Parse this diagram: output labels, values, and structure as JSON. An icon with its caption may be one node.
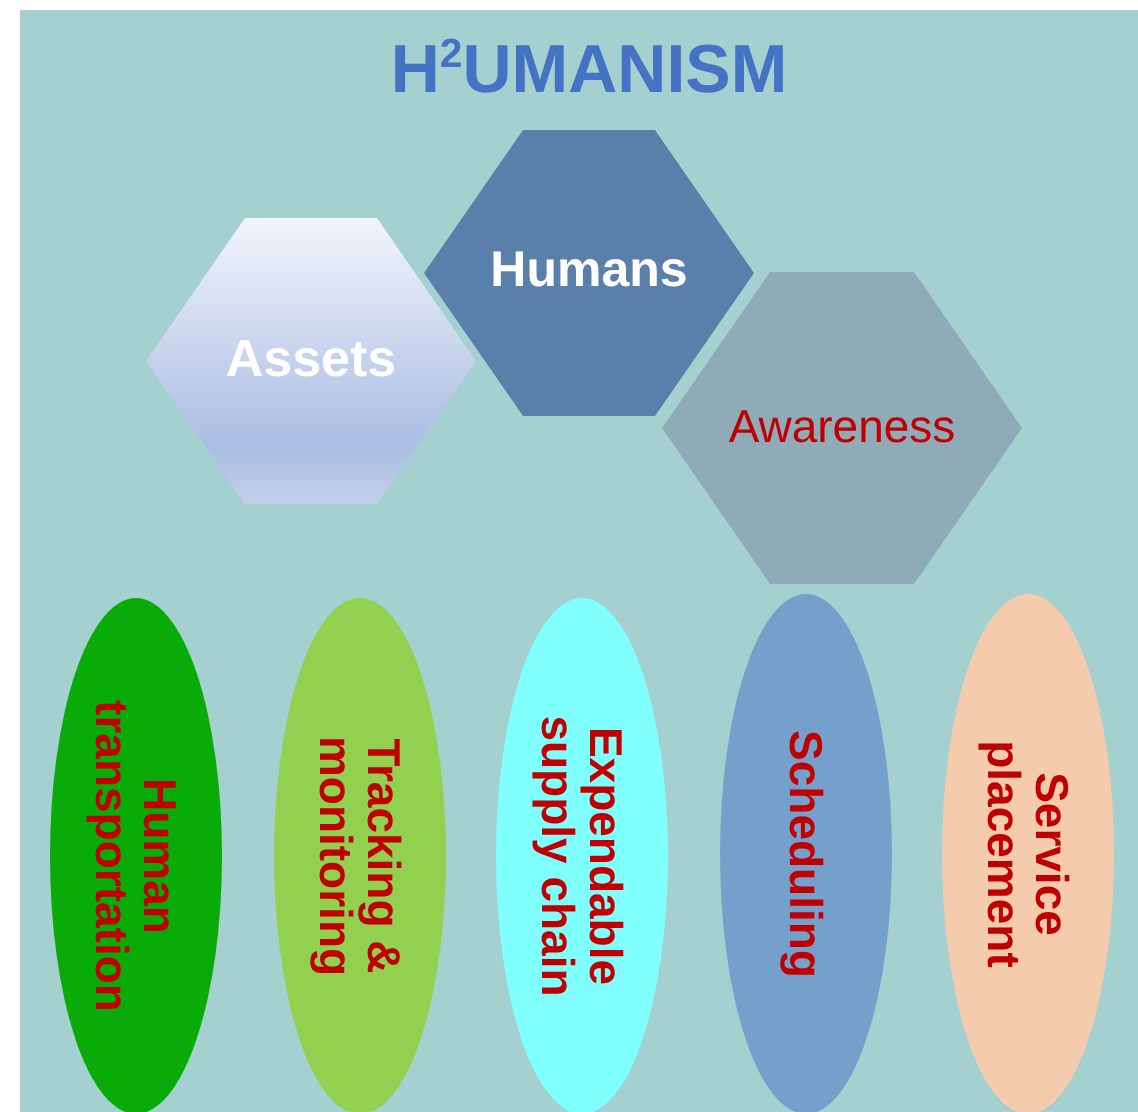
{
  "diagram": {
    "title": "H$^{2}$UMANISM",
    "nodes": [
      {
        "text": [
          "Assets"
        ]
      },
      {
        "text": [
          "Humans"
        ]
      },
      {
        "text": [
          "Awareness"
        ]
      },
      {
        "text": [
          "Human transportation"
        ]
      },
      {
        "text": [
          "Tracking & monitoring"
        ]
      },
      {
        "text": [
          "Expendable supply chain"
        ]
      },
      {
        "text": [
          "Scheduling"
        ]
      },
      {
        "text": [
          "Service placement"
        ]
      }
    ]
  }
}
